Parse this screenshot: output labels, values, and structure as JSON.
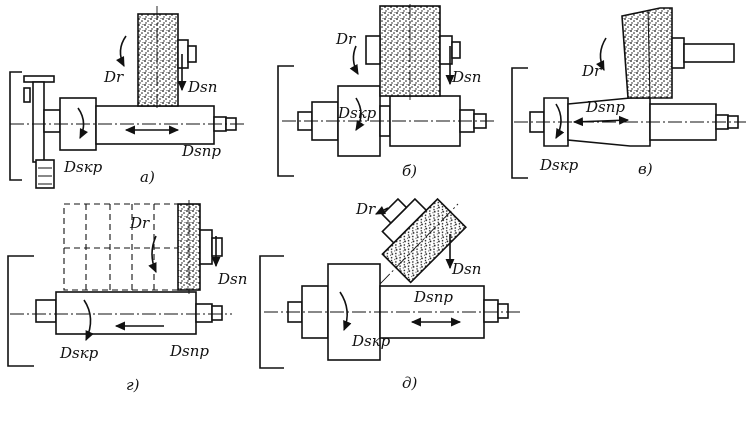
{
  "figure": {
    "panels": [
      {
        "id": "a",
        "caption": "а)",
        "labels": {
          "rotation": "Dr",
          "plunge": "Dsп",
          "circular": "Dsкр",
          "longitudinal": "Dsпр"
        }
      },
      {
        "id": "b",
        "caption": "б)",
        "labels": {
          "rotation": "Dr",
          "plunge": "Dsп",
          "circular": "Dsкр"
        }
      },
      {
        "id": "v",
        "caption": "в)",
        "labels": {
          "rotation": "Dr",
          "circular": "Dsкр",
          "longitudinal": "Dsпр"
        }
      },
      {
        "id": "g",
        "caption": "г)",
        "labels": {
          "rotation": "Dr",
          "plunge": "Dsп",
          "circular": "Dsкр",
          "longitudinal": "Dsпр"
        }
      },
      {
        "id": "d",
        "caption": "д)",
        "labels": {
          "rotation": "Dr",
          "plunge": "Dsп",
          "circular": "Dsкр",
          "longitudinal": "Dsпр"
        }
      }
    ]
  }
}
